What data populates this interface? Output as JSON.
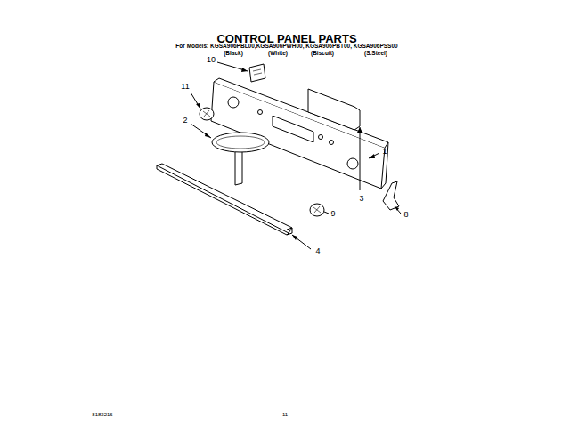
{
  "diagram": {
    "title": "CONTROL PANEL PARTS",
    "labels": [
      "For Models: KGSA906PBL00,KGSA906PWH00, KGSA906PBT00, KGSA906PSS00",
      "(Black)",
      "(White)",
      "(Biscuit)",
      "(S.Steel)",
      "10",
      "11",
      "2",
      "3",
      "1",
      "9",
      "8",
      "4",
      "8182216",
      "11"
    ]
  }
}
